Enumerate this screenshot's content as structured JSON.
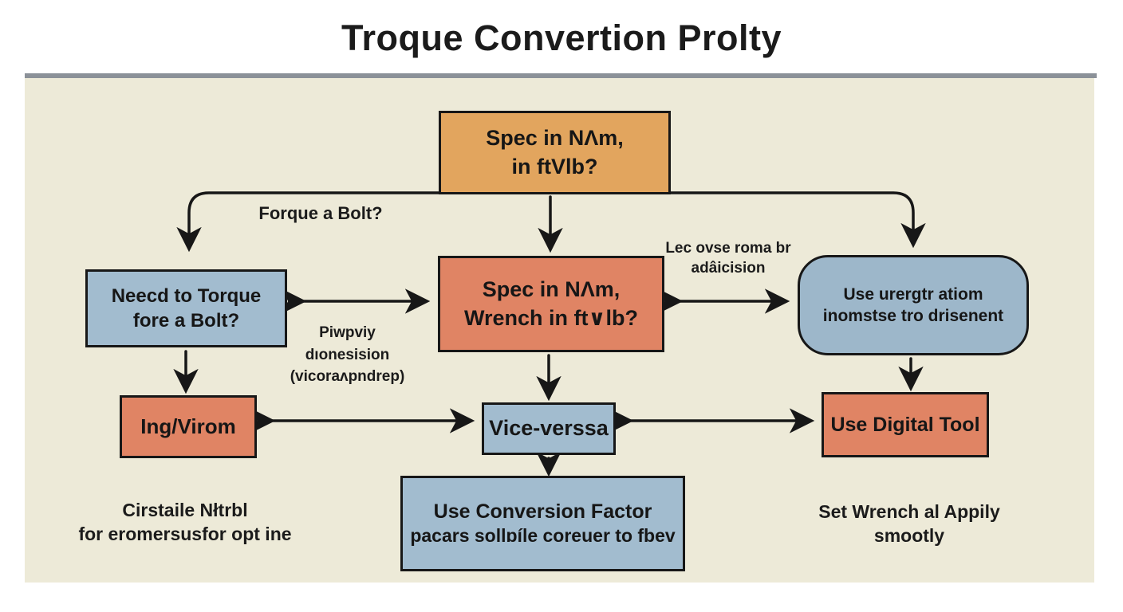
{
  "title": "Troque Convertion Prolty",
  "colors": {
    "panel_background": "#edead8",
    "divider_gray": "#8b9198",
    "tan_box": "#e2a55e",
    "salmon_box": "#e08464",
    "blue_box": "#a2bccf",
    "arrow_black": "#171717"
  },
  "nodes": {
    "top": {
      "line1": "Spec in NΛm,",
      "line2": "in ftVlb?"
    },
    "need": {
      "line1": "Neecd to Torque",
      "line2": "fore a Bolt?"
    },
    "spec": {
      "line1": "Spec in NΛm,",
      "line2": "Wrench in ft∨lb?"
    },
    "urergtr": {
      "line1": "Use urergtr atiom",
      "line2": "inomstse tro drisenent"
    },
    "ing": {
      "line1": "Ing/Virom"
    },
    "vice": {
      "line1": "Vice-verssa"
    },
    "digital": {
      "line1": "Use Digital Tool"
    },
    "conversion": {
      "line1": "Use Conversion Factor",
      "line2": "pacars sollɒíle coreuer to fbev"
    }
  },
  "labels": {
    "forque": {
      "line1": "Forque a Bolt?"
    },
    "lec": {
      "line1": "Lec ovse roma br",
      "line2": "adâicision"
    },
    "piwpviy": {
      "line1": "Piwpviy",
      "line2": "dıonesision",
      "line3": "(vicoraʌpndrep)"
    },
    "cirstaile": {
      "line1": "Cirstaile Nłtrbl",
      "line2": "for eromersusfor opt ine"
    },
    "wrench": {
      "line1": "Set Wrench al Appily",
      "line2": "smootly"
    }
  }
}
